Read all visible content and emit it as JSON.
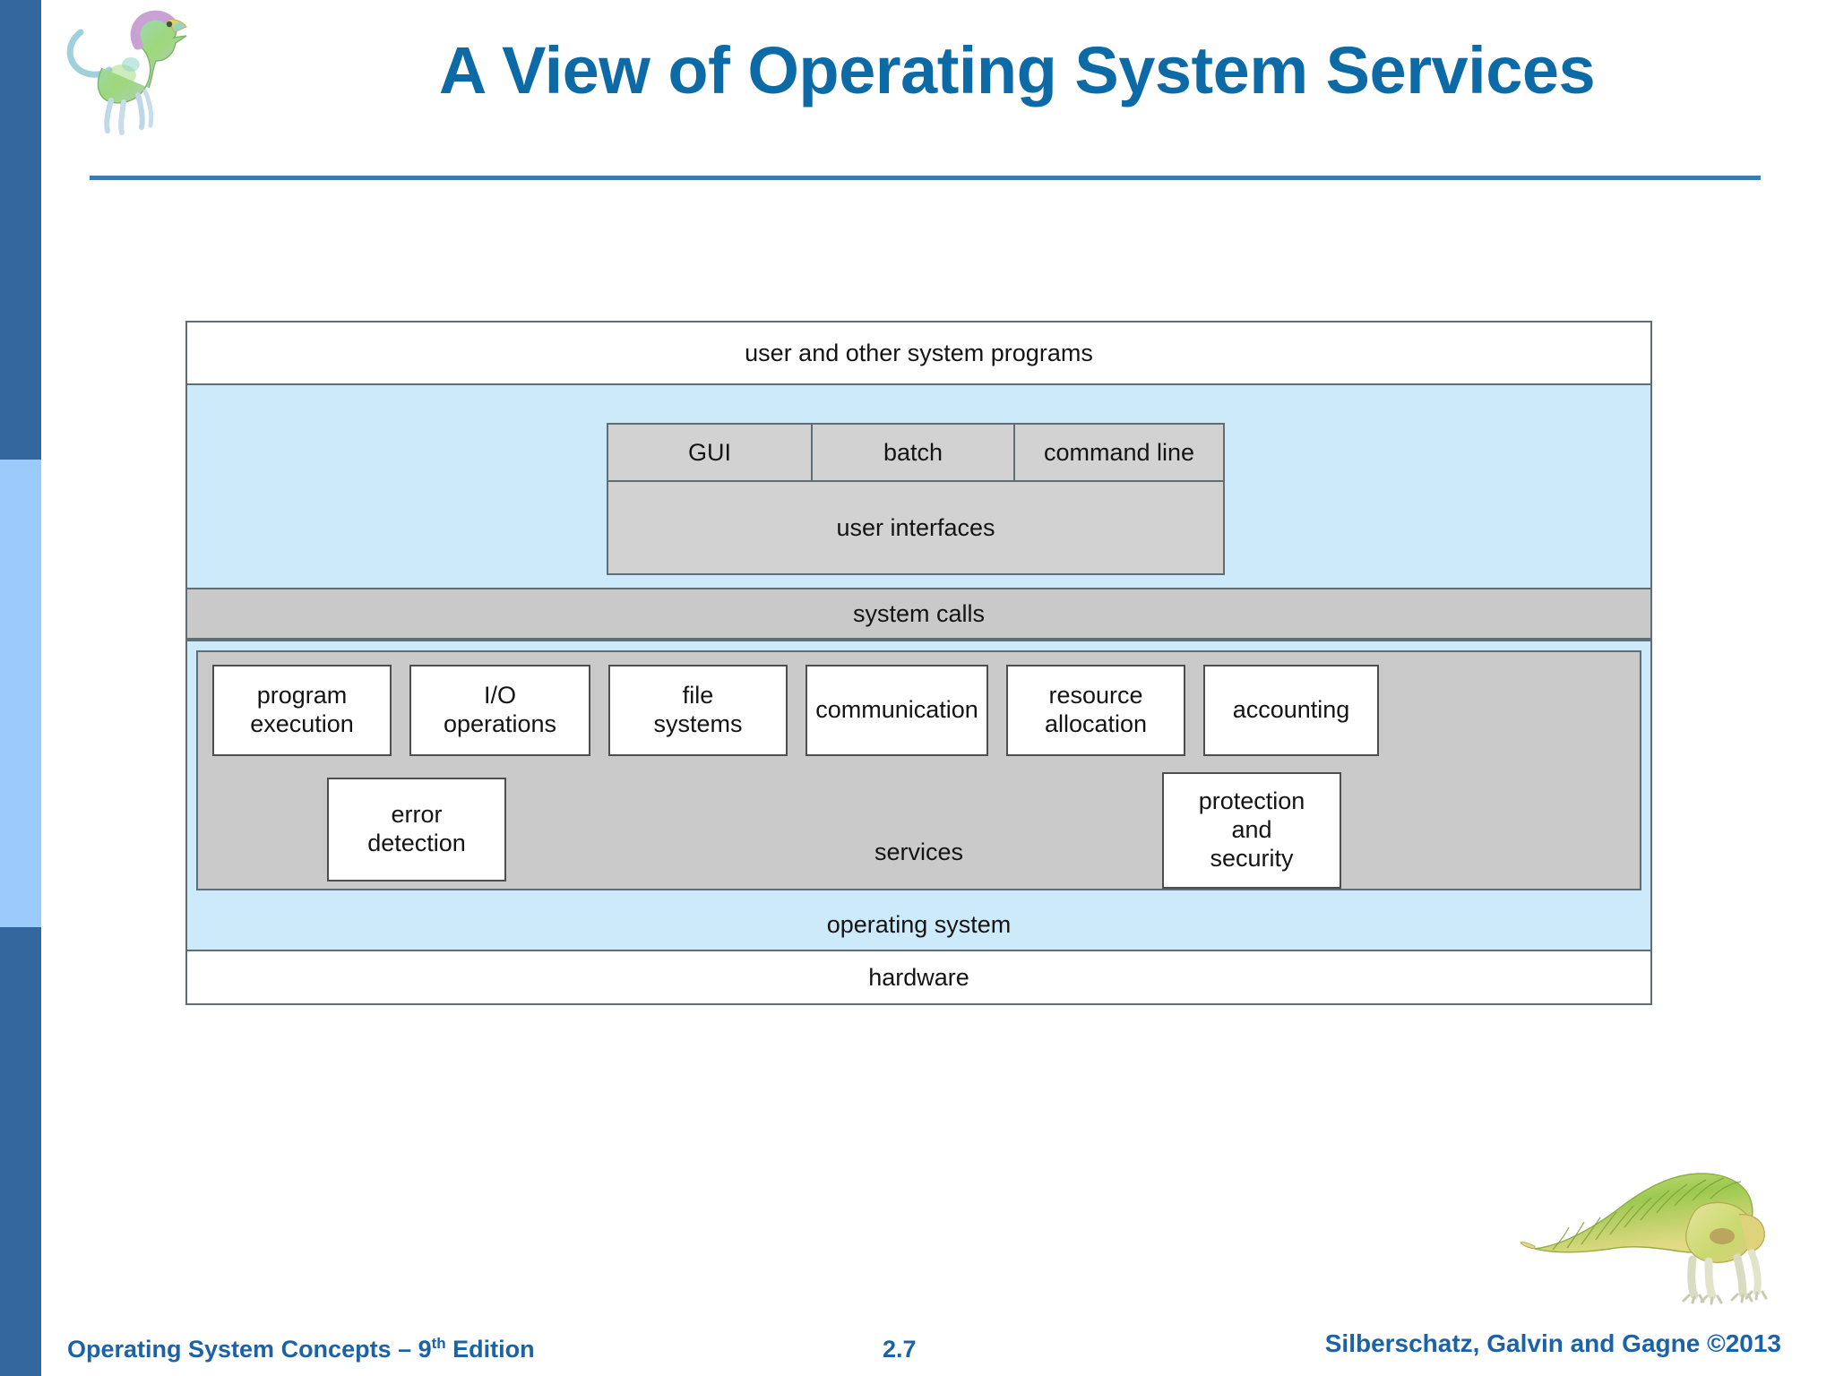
{
  "slide": {
    "title": "A View of Operating System Services",
    "logo_top": "dinosaur-logo",
    "logo_bottom": "dimetrodon-logo",
    "accent_color": "#0C6BA6",
    "rule_color": "#3D7CAD",
    "strip_colors": [
      "#33679E",
      "#9BCBFB",
      "#33679E"
    ]
  },
  "diagram": {
    "top_band": "user and other system programs",
    "user_interfaces": {
      "modes": [
        "GUI",
        "batch",
        "command line"
      ],
      "label": "user interfaces"
    },
    "system_calls_band": "system calls",
    "services": {
      "caption": "services",
      "row1": [
        "program\nexecution",
        "I/O\noperations",
        "file\nsystems",
        "communication",
        "resource\nallocation",
        "accounting"
      ],
      "row1_lines": [
        [
          "program",
          "execution"
        ],
        [
          "I/O",
          "operations"
        ],
        [
          "file",
          "systems"
        ],
        [
          "communication"
        ],
        [
          "resource",
          "allocation"
        ],
        [
          "accounting"
        ]
      ],
      "error_detection_lines": [
        "error",
        "detection"
      ],
      "protection_security_lines": [
        "protection",
        "and",
        "security"
      ]
    },
    "operating_system_band": "operating system",
    "hardware_band": "hardware",
    "colors": {
      "blue_fill": "#CDEAFB",
      "gray_fill": "#C9C9C9",
      "services_fill": "#CACACA",
      "box_fill": "#FFFFFF",
      "border": "#5E6E74"
    }
  },
  "footer": {
    "left_prefix": "Operating System Concepts – 9",
    "left_sup": "th",
    "left_suffix": " Edition",
    "page": "2.7",
    "right": "Silberschatz, Galvin and Gagne ©2013"
  }
}
